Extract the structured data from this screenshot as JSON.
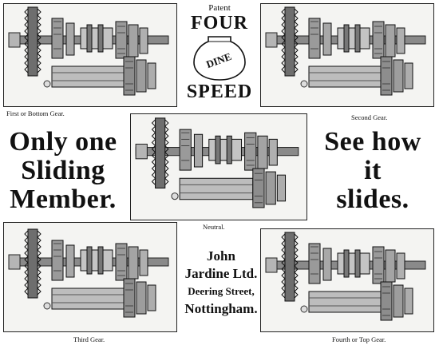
{
  "header": {
    "patent": "Patent",
    "four": "FOUR",
    "dine": "DINE",
    "speed": "SPEED"
  },
  "panels": {
    "first": "First or Bottom Gear.",
    "second": "Second Gear.",
    "neutral": "Neutral.",
    "third": "Third Gear.",
    "fourth": "Fourth or Top Gear."
  },
  "slogans": {
    "left": [
      "Only one",
      "Sliding",
      "Member."
    ],
    "right": [
      "See how",
      "it",
      "slides."
    ]
  },
  "address": {
    "line1": "John",
    "line2": "Jardine Ltd.",
    "line3": "Deering Street,",
    "line4": "Nottingham."
  },
  "colors": {
    "ink": "#111111",
    "paper": "#ffffff",
    "photo": "#f4f4f2"
  }
}
